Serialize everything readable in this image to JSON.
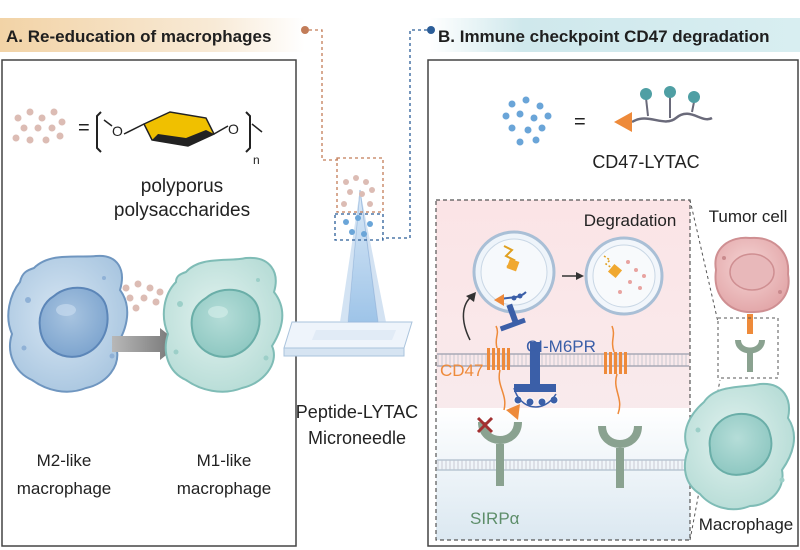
{
  "panel_a": {
    "header": "A. Re-education of macrophages",
    "equals": "=",
    "polymer_subscript": "n",
    "oxygen_left": "O",
    "oxygen_right": "O",
    "compound_line1": "polyporus",
    "compound_line2": "polysaccharides",
    "m2_line1": "M2-like",
    "m2_line2": "macrophage",
    "m1_line1": "M1-like",
    "m1_line2": "macrophage"
  },
  "center": {
    "label_line1": "Peptide-LYTAC",
    "label_line2": "Microneedle"
  },
  "panel_b": {
    "header": "B. Immune checkpoint CD47 degradation",
    "equals": "=",
    "lytac_label": "CD47-LYTAC",
    "degradation_label": "Degradation",
    "tumor_label": "Tumor cell",
    "cd47_label": "CD47",
    "receptor_label": "CI-M6PR",
    "sirp_label": "SIRPα",
    "macrophage_label": "Macrophage"
  },
  "colors": {
    "header_a": "#f3dcb8",
    "header_b": "#cfe8ec",
    "pp_dot": "#d8b8b0",
    "lytac_dot": "#6aa5d8",
    "orange": "#ee8a3a",
    "blue_receptor": "#3b5fa8",
    "sirp_green": "#5e8e6a",
    "dark_red": "#a33030"
  }
}
